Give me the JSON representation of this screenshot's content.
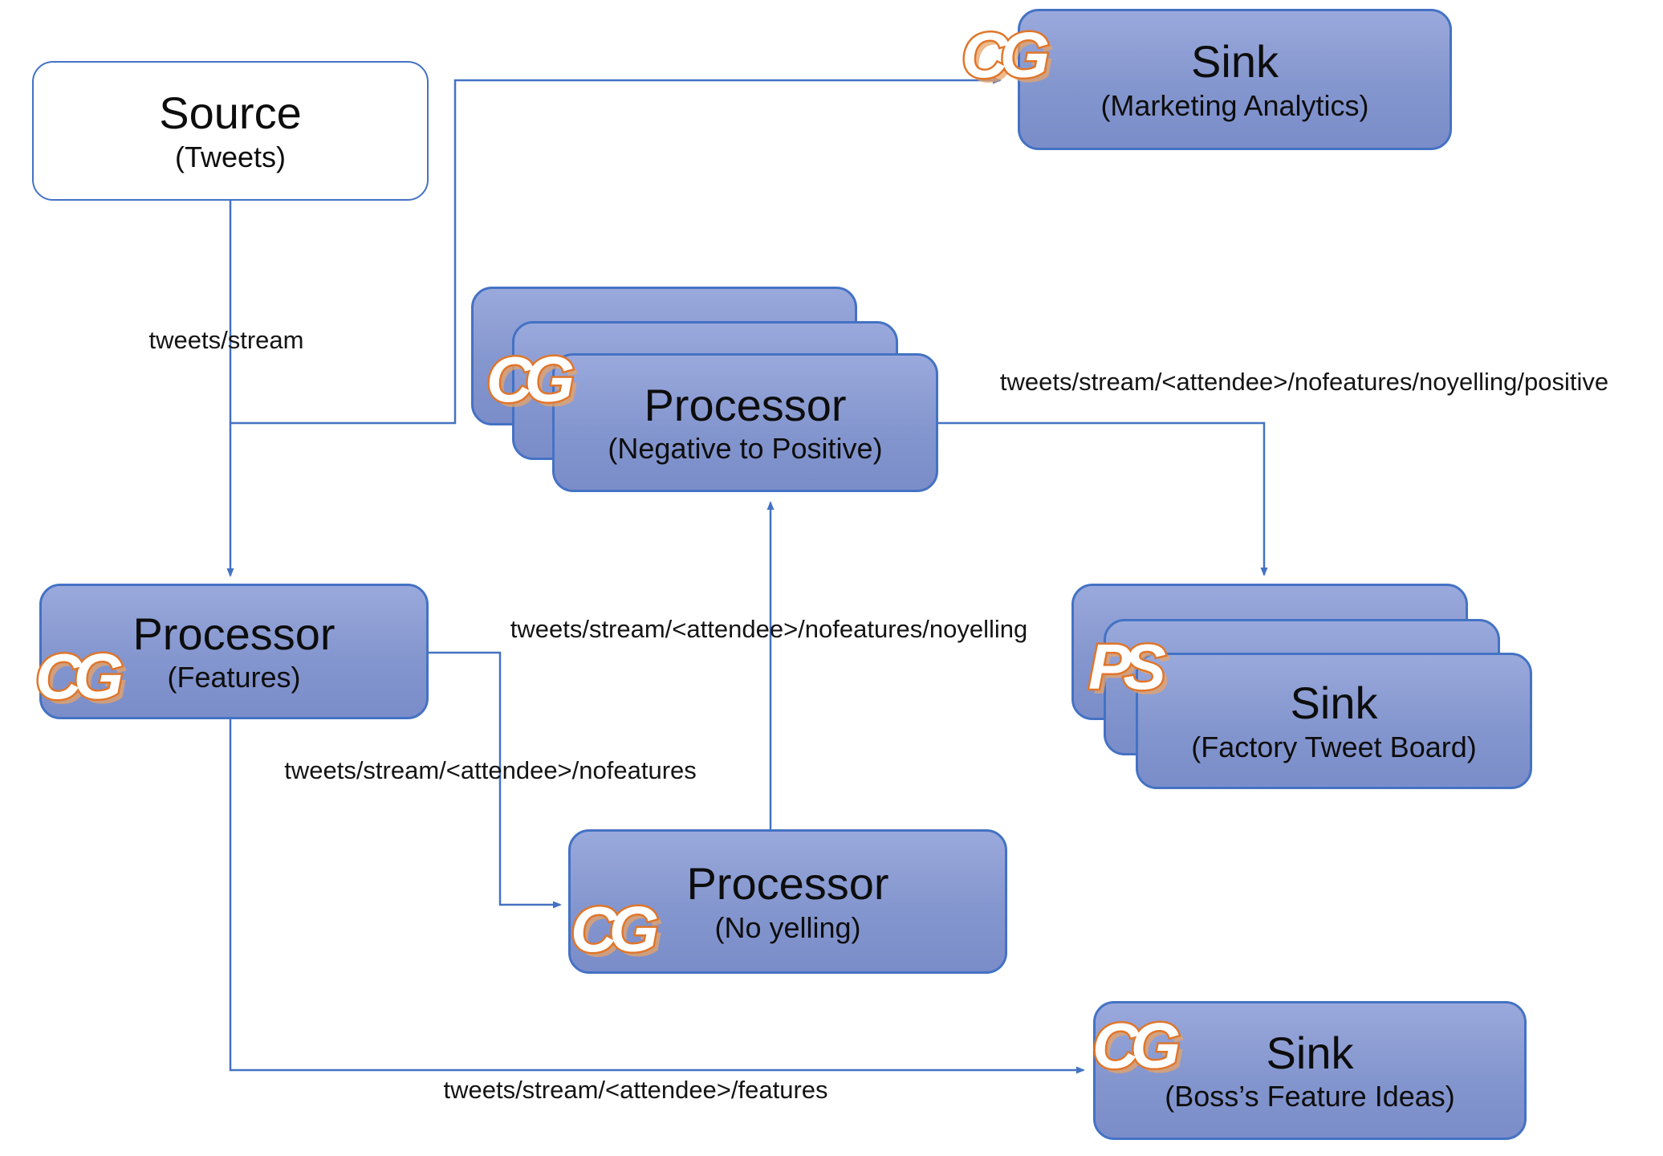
{
  "diagram": {
    "nodes": {
      "source": {
        "title": "Source",
        "subtitle": "(Tweets)"
      },
      "sink_marketing": {
        "title": "Sink",
        "subtitle": "(Marketing Analytics)",
        "logo": "CG"
      },
      "proc_negpos": {
        "title": "Processor",
        "subtitle": "(Negative to Positive)",
        "logo": "CG"
      },
      "proc_features": {
        "title": "Processor",
        "subtitle": "(Features)",
        "logo": "CG"
      },
      "sink_factory": {
        "title": "Sink",
        "subtitle": "(Factory Tweet Board)",
        "logo": "PS"
      },
      "proc_noyelling": {
        "title": "Processor",
        "subtitle": "(No yelling)",
        "logo": "CG"
      },
      "sink_boss": {
        "title": "Sink",
        "subtitle": "(Boss’s Feature Ideas)",
        "logo": "CG"
      }
    },
    "edges": {
      "tweets_stream": "tweets/stream",
      "nofeatures": "tweets/stream/<attendee>/nofeatures",
      "noyelling": "tweets/stream/<attendee>/nofeatures/noyelling",
      "positive": "tweets/stream/<attendee>/nofeatures/noyelling/positive",
      "features": "tweets/stream/<attendee>/features"
    },
    "colors": {
      "node_fill_top": "#9aa9dc",
      "node_fill_bottom": "#7b8dc9",
      "node_border": "#4472c4",
      "arrow": "#4472c4",
      "logo_orange": "#e0762a"
    }
  }
}
